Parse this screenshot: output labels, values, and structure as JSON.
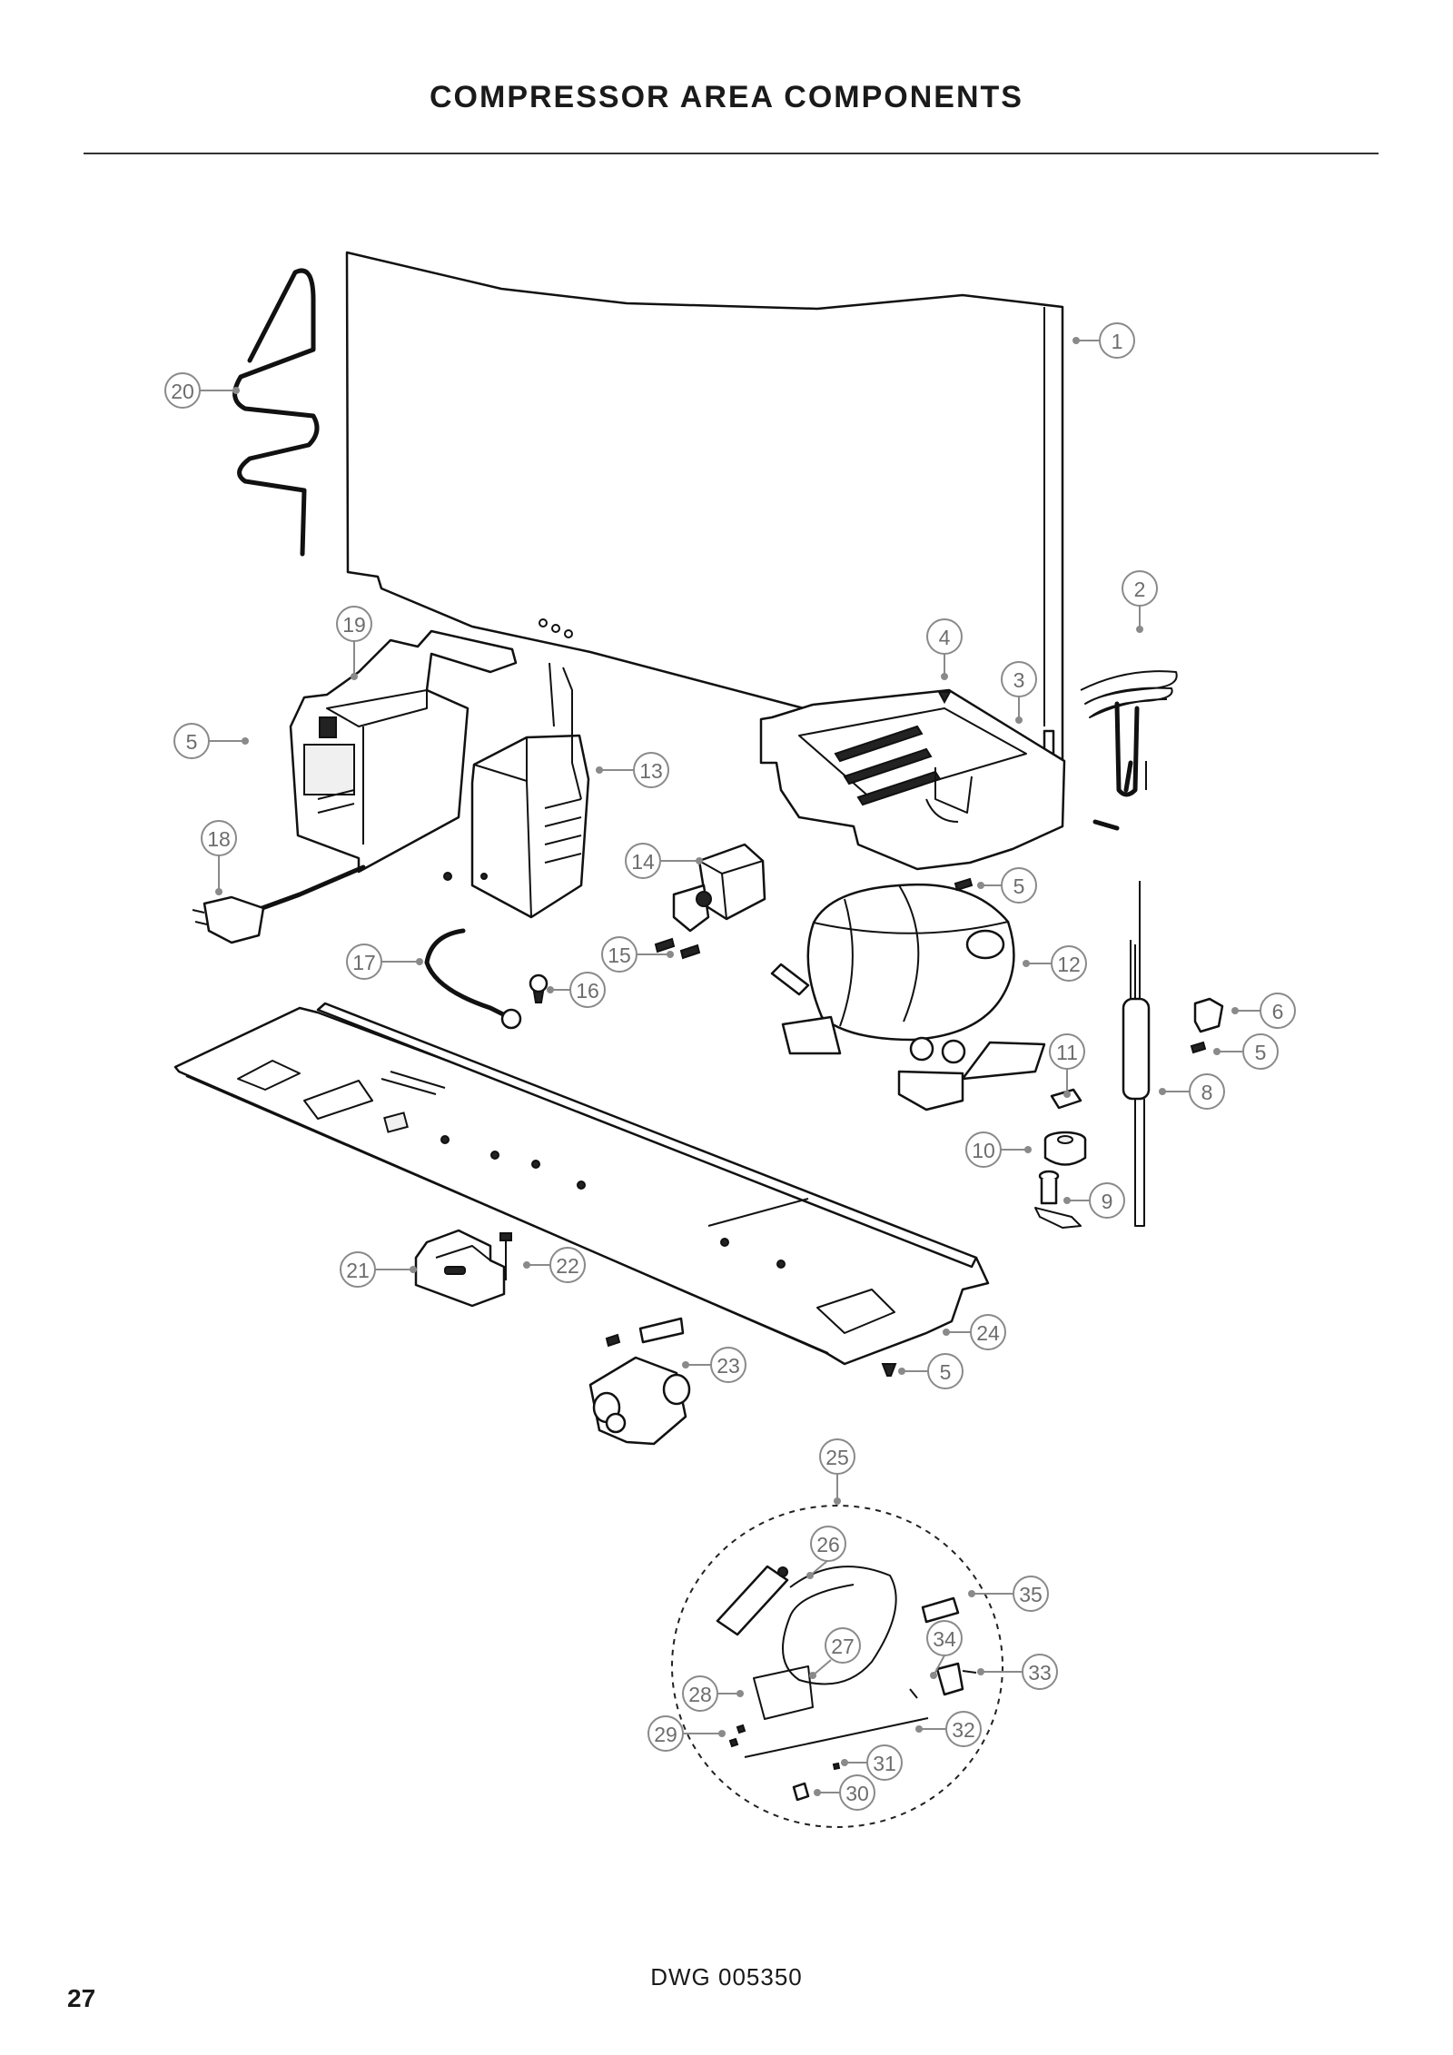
{
  "header": {
    "title": "COMPRESSOR AREA COMPONENTS"
  },
  "footer": {
    "drawing_number": "DWG 005350",
    "page_number": "27"
  },
  "callouts": {
    "c1": "1",
    "c2": "2",
    "c3": "3",
    "c4": "4",
    "c5a": "5",
    "c5b": "5",
    "c5c": "5",
    "c5d": "5",
    "c6": "6",
    "c8": "8",
    "c9": "9",
    "c10": "10",
    "c11": "11",
    "c12": "12",
    "c13": "13",
    "c14": "14",
    "c15": "15",
    "c16": "16",
    "c17": "17",
    "c18": "18",
    "c19": "19",
    "c20": "20",
    "c21": "21",
    "c22": "22",
    "c23": "23",
    "c24": "24",
    "c25": "25",
    "c26": "26",
    "c27": "27",
    "c28": "28",
    "c29": "29",
    "c30": "30",
    "c31": "31",
    "c32": "32",
    "c33": "33",
    "c34": "34",
    "c35": "35"
  }
}
